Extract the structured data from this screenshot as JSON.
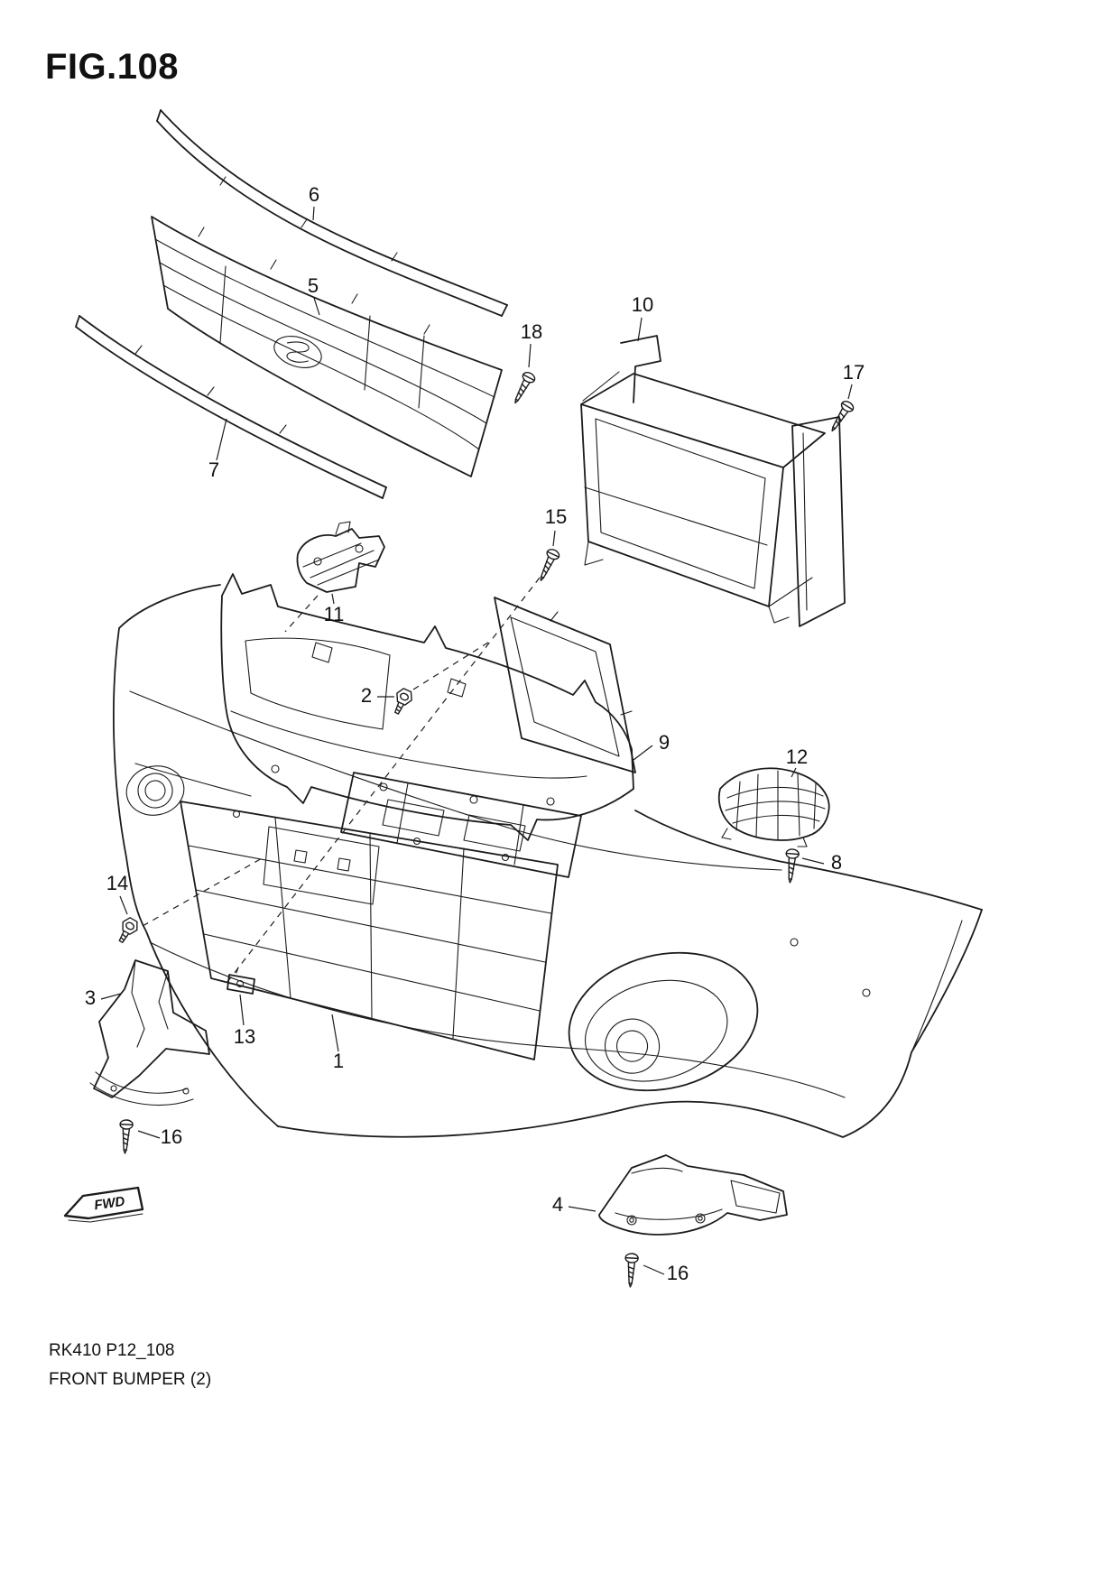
{
  "header": {
    "figure_label": "FIG.108"
  },
  "footer": {
    "reference_code": "RK410 P12_108",
    "caption": "FRONT BUMPER (2)"
  },
  "drawing": {
    "type": "exploded-parts-diagram",
    "subject": "front bumper assembly",
    "fwd_label": "FWD",
    "line_color": "#1c1c1c",
    "background_color": "#ffffff"
  },
  "callouts": [
    {
      "label": "6"
    },
    {
      "label": "5"
    },
    {
      "label": "18"
    },
    {
      "label": "10"
    },
    {
      "label": "17"
    },
    {
      "label": "7"
    },
    {
      "label": "15"
    },
    {
      "label": "11"
    },
    {
      "label": "2"
    },
    {
      "label": "9"
    },
    {
      "label": "12"
    },
    {
      "label": "8"
    },
    {
      "label": "14"
    },
    {
      "label": "3"
    },
    {
      "label": "13"
    },
    {
      "label": "1"
    },
    {
      "label": "16"
    },
    {
      "label": "4"
    },
    {
      "label": "16"
    }
  ]
}
